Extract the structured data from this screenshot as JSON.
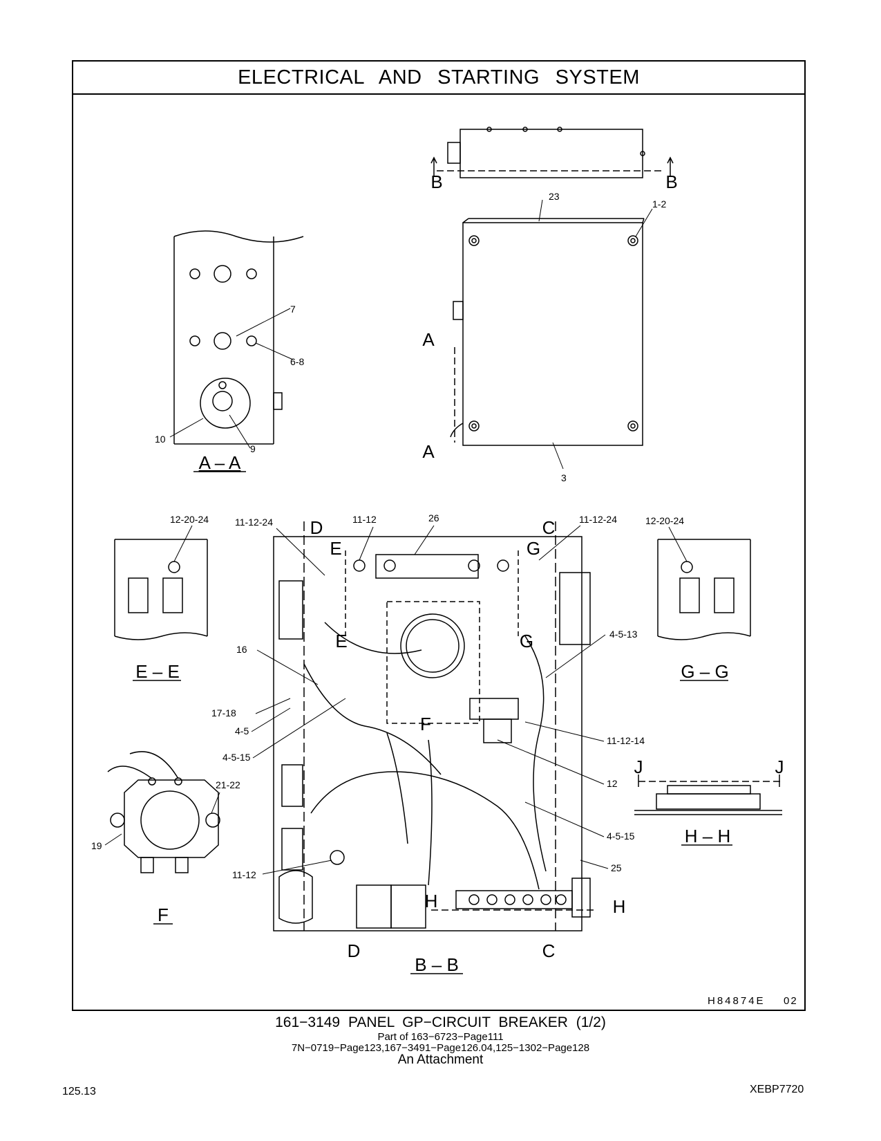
{
  "header": {
    "title": "ELECTRICAL AND STARTING SYSTEM"
  },
  "drawing": {
    "section_labels": {
      "aa": "A – A",
      "bb": "B – B",
      "ee": "E – E",
      "gg": "G – G",
      "hh": "H – H",
      "f": "F"
    },
    "cut_letters": {
      "a": "A",
      "b": "B",
      "c": "C",
      "d": "D",
      "e": "E",
      "f": "F",
      "g": "G",
      "h": "H",
      "j": "J"
    },
    "callouts": {
      "c23": "23",
      "c1_2": "1-2",
      "c7": "7",
      "c6_8": "6-8",
      "c10": "10",
      "c9": "9",
      "c3": "3",
      "c12_20_24_left": "12-20-24",
      "c11_12_24_a": "11-12-24",
      "c11_12_top": "11-12",
      "c26": "26",
      "c11_12_24_b": "11-12-24",
      "c12_20_24_right": "12-20-24",
      "c4_5_13": "4-5-13",
      "c16": "16",
      "c17_18": "17-18",
      "c4_5": "4-5",
      "c4_5_15_left": "4-5-15",
      "c11_12_14": "11-12-14",
      "c12": "12",
      "c21_22": "21-22",
      "c19": "19",
      "c4_5_15_right": "4-5-15",
      "c25": "25",
      "c11_12_bottom": "11-12"
    },
    "drawing_code": "H84874E",
    "revision": "02"
  },
  "caption": {
    "main": "161−3149 PANEL GP−CIRCUIT BREAKER (1/2)",
    "line1": "Part of 163−6723−Page111",
    "line2": "7N−0719−Page123,167−3491−Page126.04,125−1302−Page128",
    "line3": "An Attachment"
  },
  "footer": {
    "page_number": "125.13",
    "document_id": "XEBP7720"
  }
}
